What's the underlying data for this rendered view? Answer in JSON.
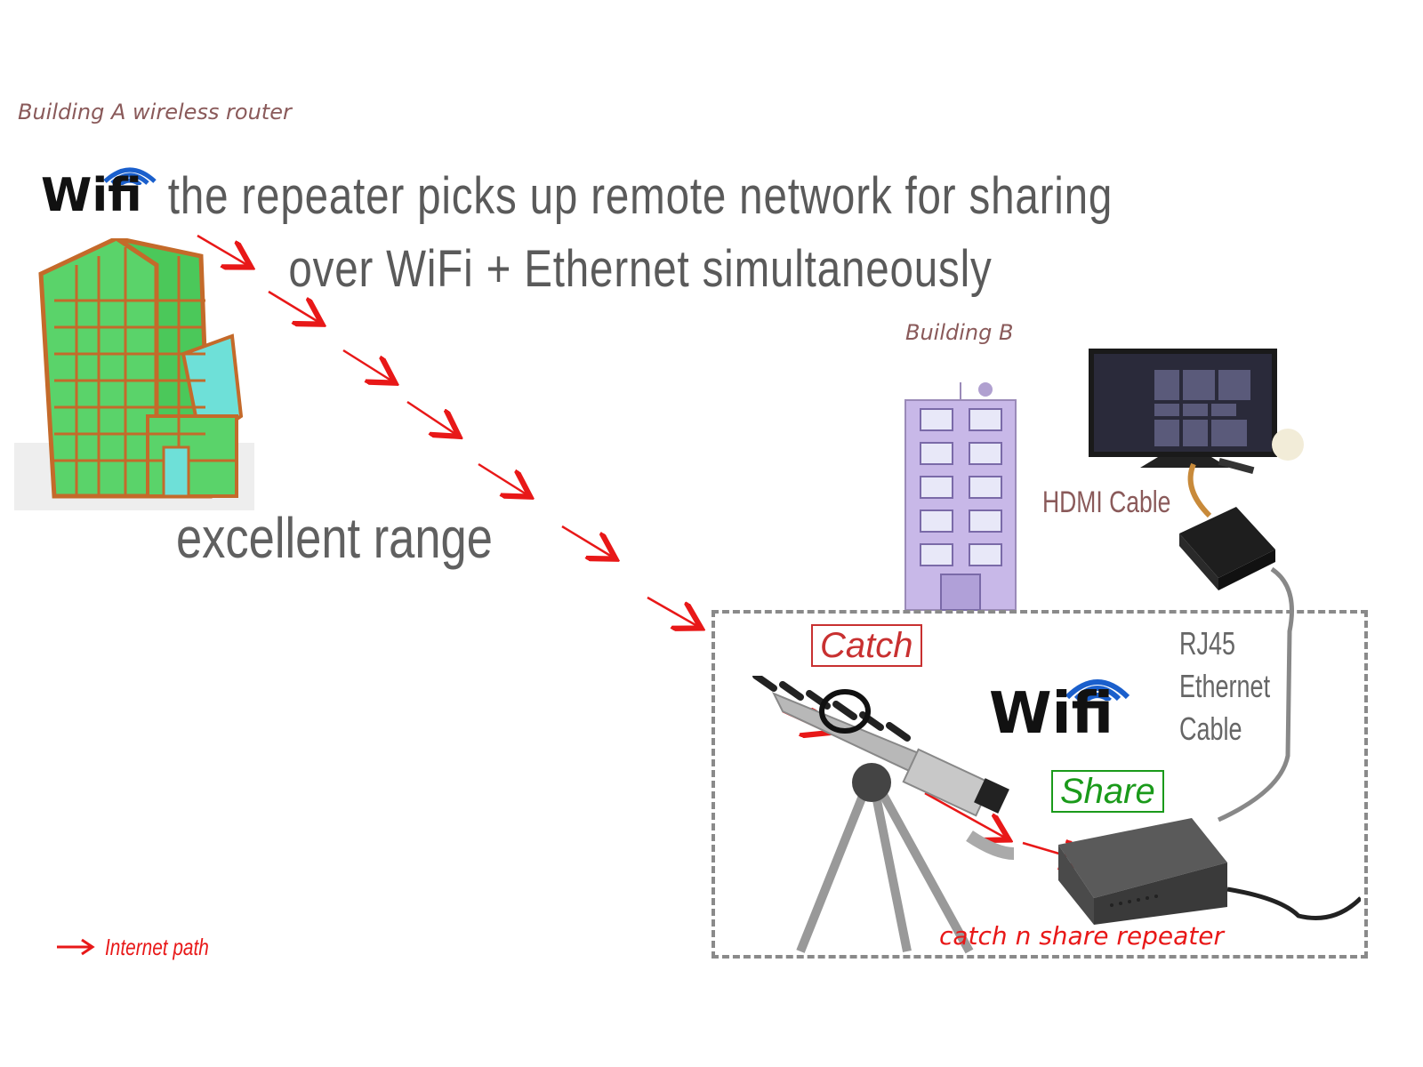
{
  "building_a": {
    "caption": "Building A  wireless router",
    "wifi_text": "Wifi"
  },
  "headline": {
    "line1": "the repeater picks up remote network for sharing",
    "line2": "over WiFi + Ethernet simultaneously"
  },
  "range_text": "excellent range",
  "building_b": {
    "caption": "Building B"
  },
  "tv_setup": {
    "hdmi_label": "HDMI Cable"
  },
  "repeater_box": {
    "catch_label": "Catch",
    "share_label": "Share",
    "wifi_text": "Wifi",
    "rj45_line1": "RJ45",
    "rj45_line2": "Ethernet",
    "rj45_line3": "Cable",
    "device_caption": "catch n share repeater"
  },
  "legend": {
    "label": "Internet path"
  },
  "colors": {
    "arrow": "#e81818",
    "catch": "#c83030",
    "share": "#1a9a1a",
    "wifi_arc": "#1a5fcc",
    "caption": "#8a5a5a"
  }
}
